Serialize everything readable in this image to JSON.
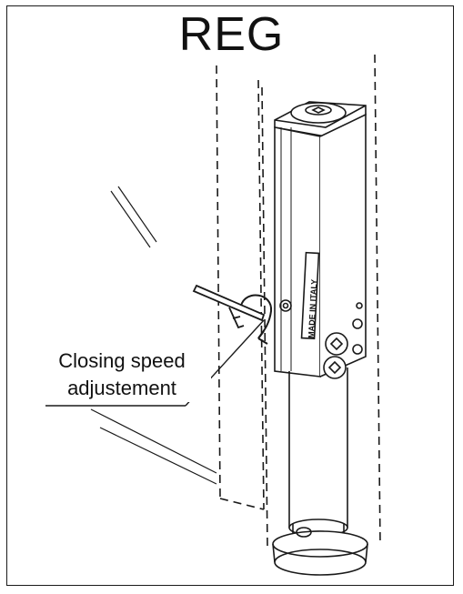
{
  "diagram": {
    "title": "REG",
    "callout": {
      "line1": "Closing speed",
      "line2": "adjustement"
    },
    "stamp": "MADE IN ITALY",
    "colors": {
      "line": "#1a1a1a",
      "background": "#ffffff"
    }
  }
}
